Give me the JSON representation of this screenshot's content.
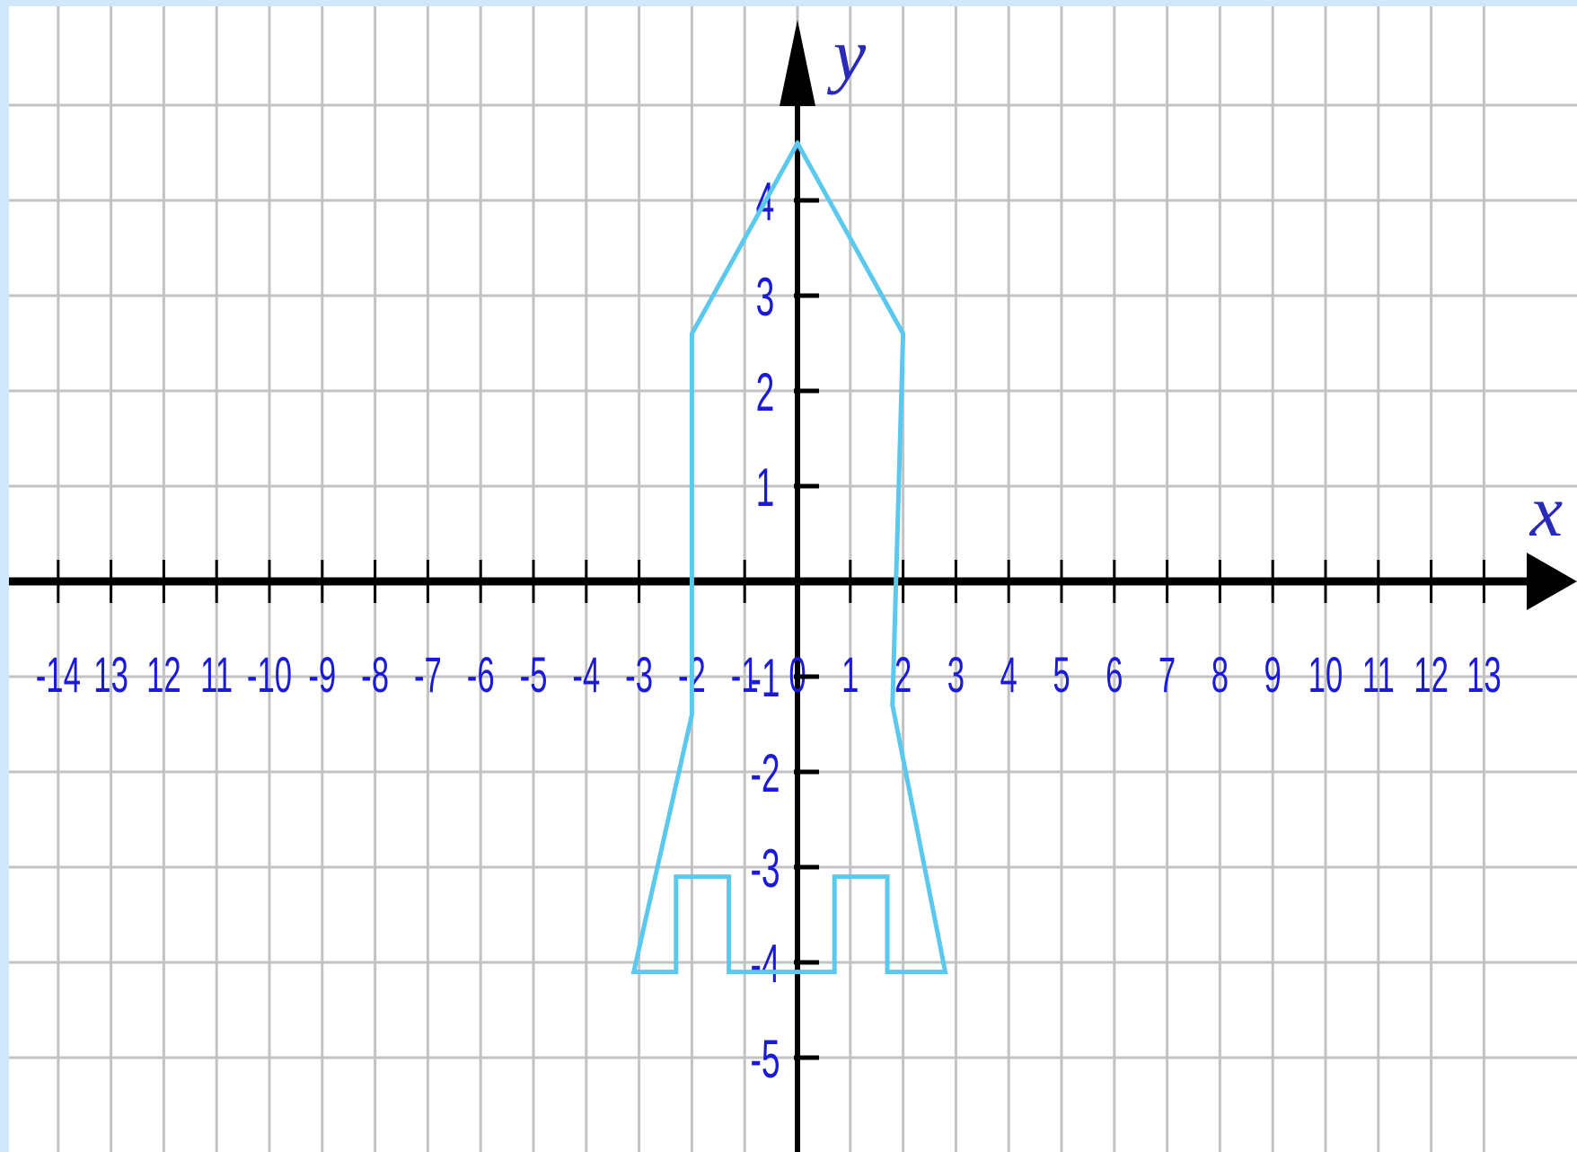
{
  "chart_data": {
    "type": "line",
    "title": "",
    "xlabel": "x",
    "ylabel": "y",
    "xlim": [
      -14.8,
      13.6
    ],
    "ylim": [
      -5.8,
      5.9
    ],
    "grid": true,
    "x_tick_labels": [
      "-14",
      "13",
      "12",
      "11",
      "-10",
      "-9",
      "-8",
      "-7",
      "-6",
      "-5",
      "-4",
      "-3",
      "-2",
      "-1",
      "0",
      "1",
      "2",
      "3",
      "4",
      "5",
      "6",
      "7",
      "8",
      "9",
      "10",
      "11",
      "12",
      "13"
    ],
    "x_tick_values": [
      -14,
      -13,
      -12,
      -11,
      -10,
      -9,
      -8,
      -7,
      -6,
      -5,
      -4,
      -3,
      -2,
      -1,
      0,
      1,
      2,
      3,
      4,
      5,
      6,
      7,
      8,
      9,
      10,
      11,
      12,
      13
    ],
    "y_tick_labels": [
      "4",
      "3",
      "2",
      "1",
      "-1",
      "-2",
      "-3",
      "-4",
      "-5"
    ],
    "y_tick_values": [
      4,
      3,
      2,
      1,
      -1,
      -2,
      -3,
      -4,
      -5
    ],
    "series": [
      {
        "color": "#5bc8ee",
        "points": [
          [
            0,
            4.6
          ],
          [
            2,
            2.6
          ],
          [
            1.8,
            -1.3
          ],
          [
            2.8,
            -4.1
          ],
          [
            1.7,
            -4.1
          ],
          [
            1.7,
            -3.1
          ],
          [
            0.7,
            -3.1
          ],
          [
            0.7,
            -4.1
          ],
          [
            -1.3,
            -4.1
          ],
          [
            -1.3,
            -3.1
          ],
          [
            -2.3,
            -3.1
          ],
          [
            -2.3,
            -4.1
          ],
          [
            -3.1,
            -4.1
          ],
          [
            -2,
            -1.4
          ],
          [
            -2,
            2.6
          ],
          [
            0,
            4.6
          ]
        ]
      }
    ],
    "colors": {
      "grid": "#c3c3c3",
      "axis": "#000000",
      "tick_label": "#1a1ad8",
      "axis_name": "#2a2ab8",
      "frame_edge": "#cfe8fb"
    }
  }
}
